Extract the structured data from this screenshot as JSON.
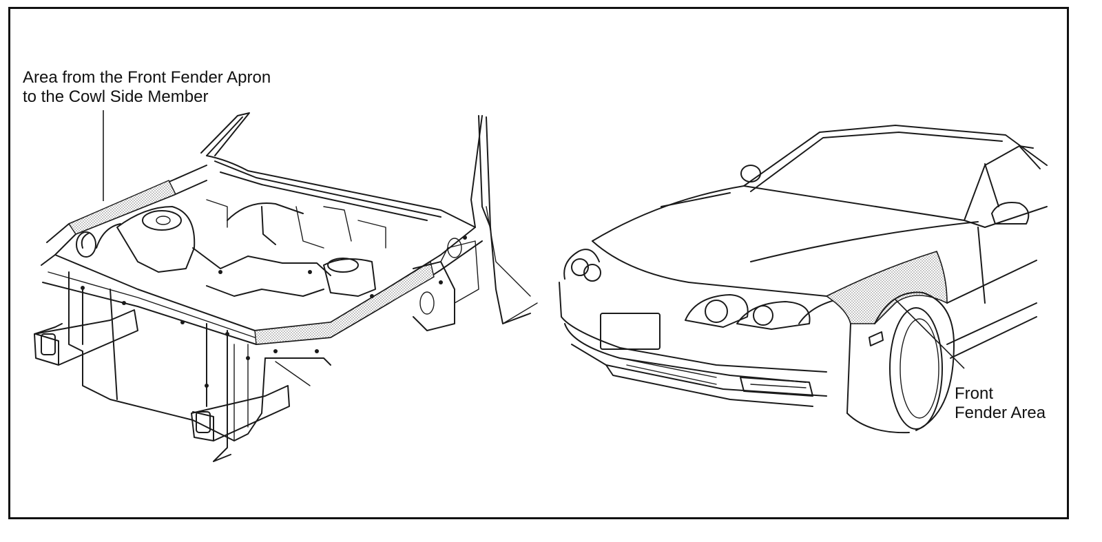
{
  "callouts": {
    "left": {
      "line1": "Area from the Front Fender Apron",
      "line2": "to the Cowl Side Member"
    },
    "right": {
      "line1": "Front",
      "line2": "Fender Area"
    }
  },
  "colors": {
    "line": "#1a1a1a",
    "frame": "#111111",
    "highlight_shading": "#9a9a9a",
    "background": "#ffffff"
  }
}
